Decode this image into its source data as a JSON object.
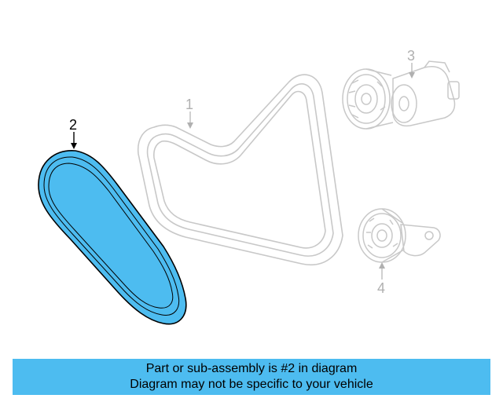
{
  "diagram": {
    "callouts": {
      "part1": "1",
      "part2": "2",
      "part3": "3",
      "part4": "4"
    },
    "colors": {
      "highlight": "#4dbcf0",
      "ghost_line": "#c8c8c8",
      "outline": "#000000"
    },
    "highlighted_part": "2"
  },
  "caption": {
    "line1": "Part or sub-assembly is #2 in diagram",
    "line2": "Diagram may not be specific to your vehicle"
  }
}
